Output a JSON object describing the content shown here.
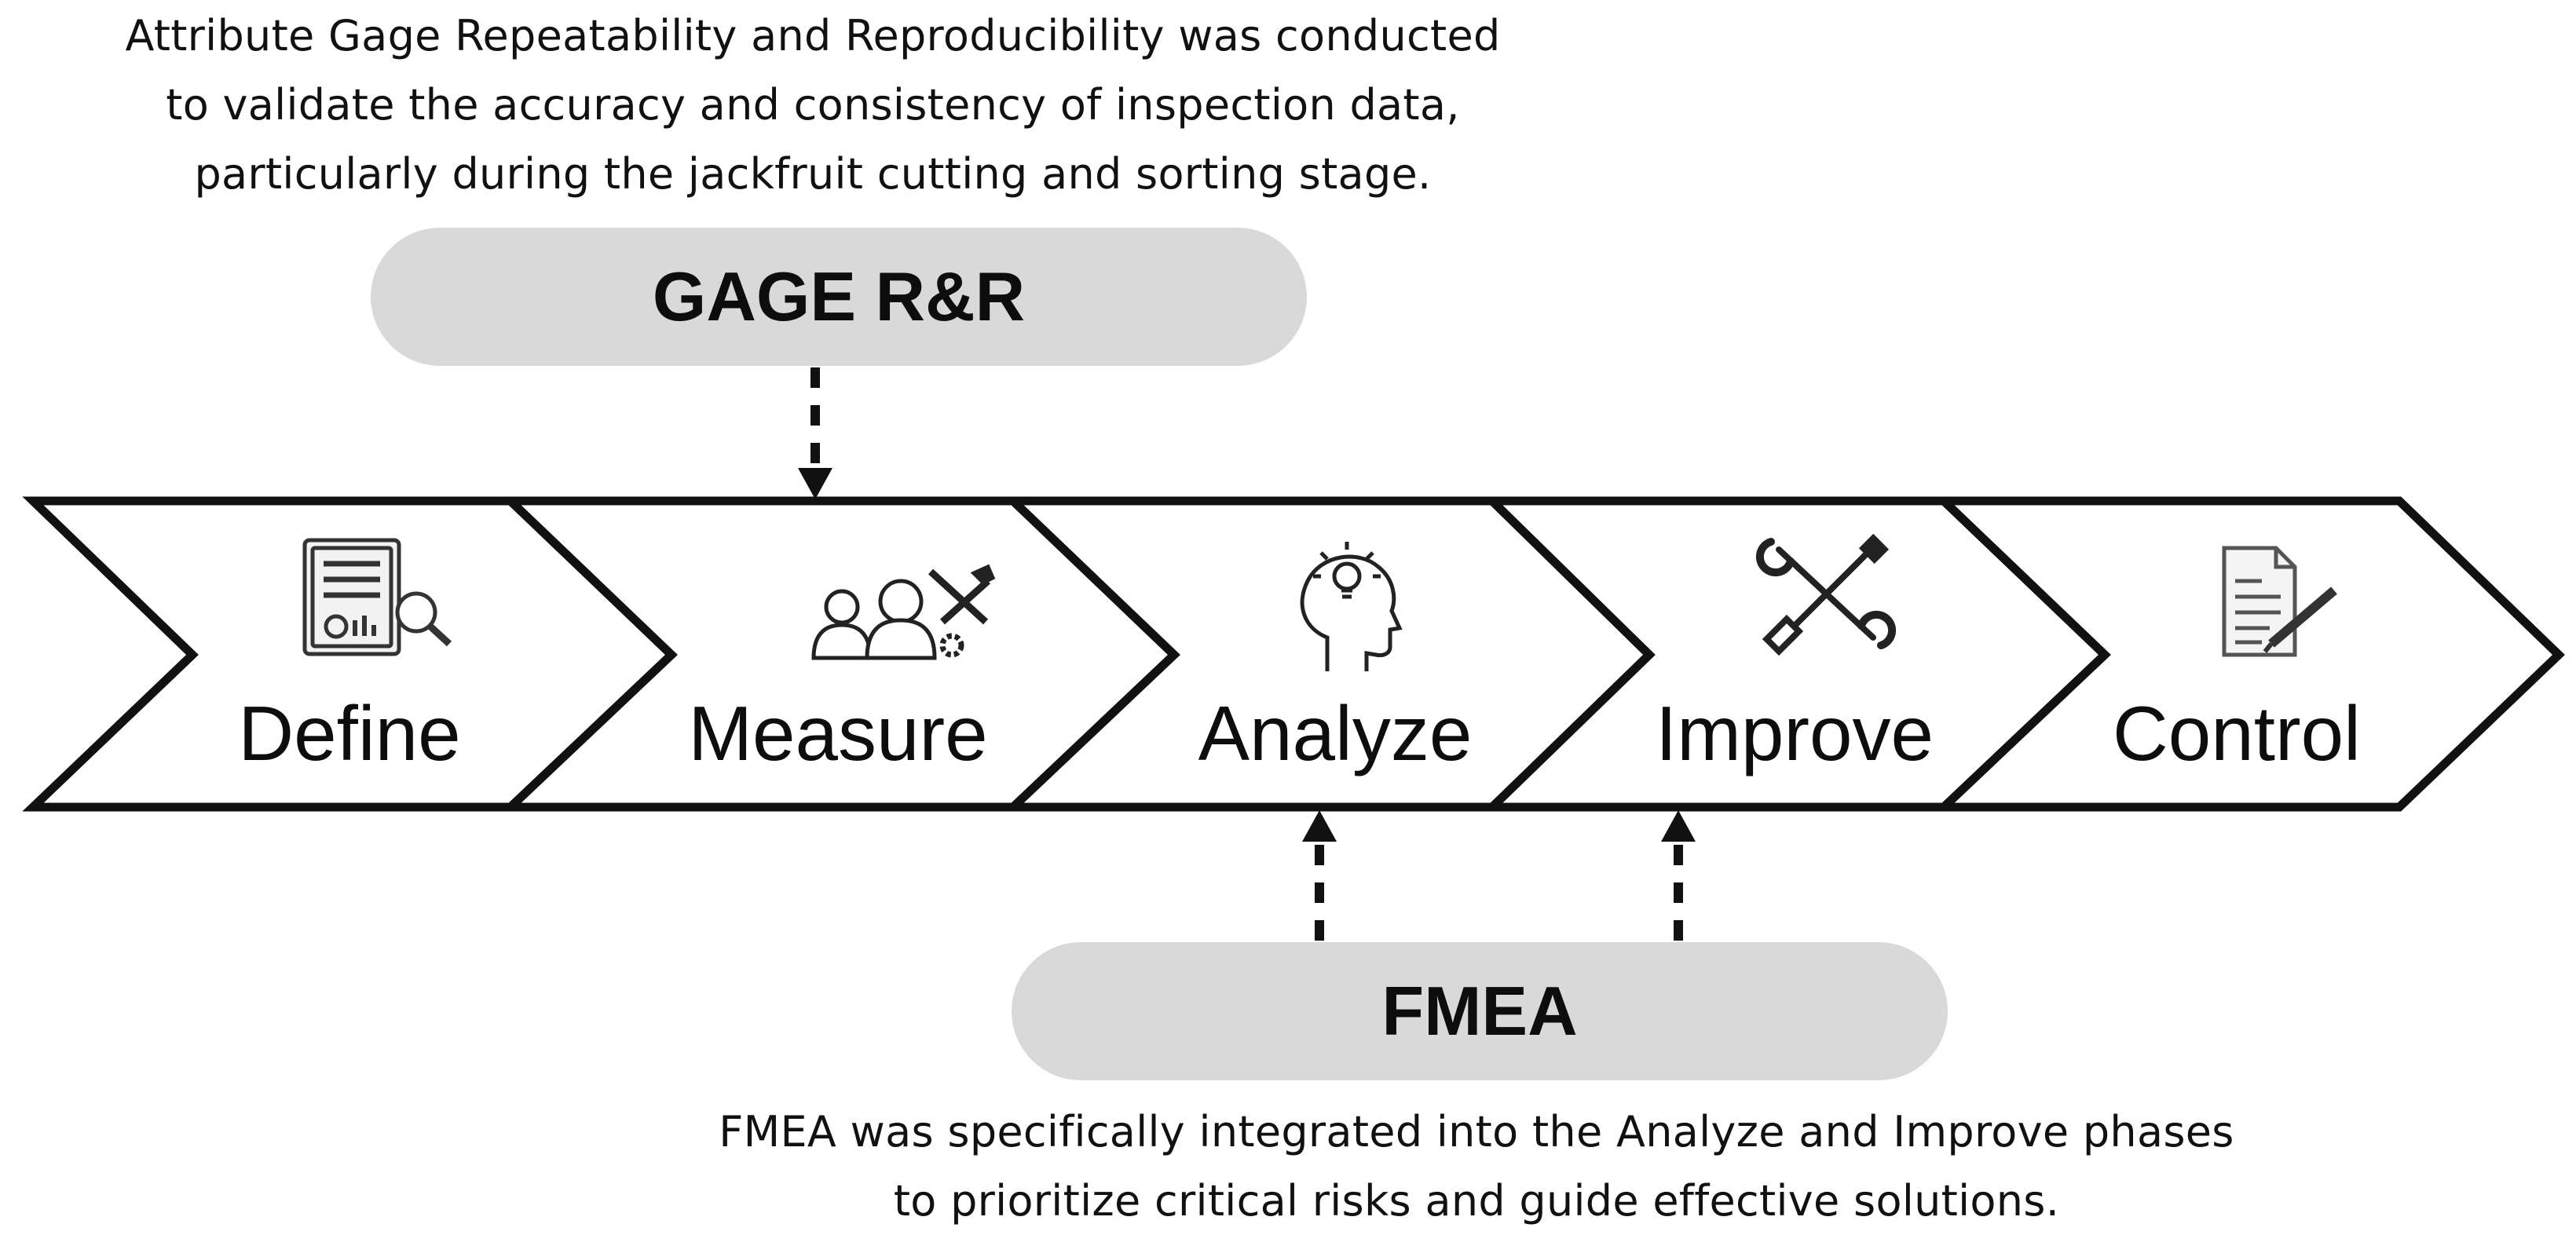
{
  "top_note": {
    "lines": [
      "Attribute Gage Repeatability and Reproducibility was conducted",
      "to validate the accuracy and consistency of inspection data,",
      "particularly during the jackfruit cutting and sorting stage."
    ]
  },
  "gage_box": {
    "label": "GAGE R&R"
  },
  "fmea_box": {
    "label": "FMEA"
  },
  "bottom_note": {
    "lines": [
      "FMEA was specifically integrated into the Analyze and Improve phases",
      "to prioritize critical risks and guide effective solutions."
    ]
  },
  "steps": [
    {
      "label": "Define",
      "icon": "report-magnifier-icon"
    },
    {
      "label": "Measure",
      "icon": "people-tools-icon"
    },
    {
      "label": "Analyze",
      "icon": "head-lightbulb-icon"
    },
    {
      "label": "Improve",
      "icon": "wrench-screwdriver-icon"
    },
    {
      "label": "Control",
      "icon": "document-pen-icon"
    }
  ],
  "colors": {
    "pill": "#d9d9d9",
    "stroke": "#111111"
  }
}
